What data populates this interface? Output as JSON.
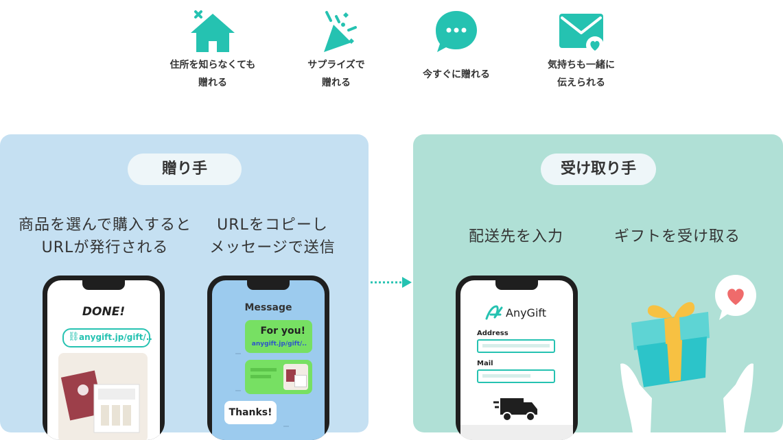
{
  "features": [
    {
      "icon": "home-icon",
      "label": "住所を知らなくても\n贈れる"
    },
    {
      "icon": "party-popper-icon",
      "label": "サプライズで\n贈れる"
    },
    {
      "icon": "chat-bubble-icon",
      "label": "今すぐに贈れる"
    },
    {
      "icon": "mail-heart-icon",
      "label": "気持ちも一緒に\n伝えられる"
    }
  ],
  "sender": {
    "title": "贈り手",
    "step1": "商品を選んで購入すると\nURLが発行される",
    "step2": "URLをコピーし\nメッセージで送信",
    "phone1": {
      "done": "DONE!",
      "url": "anygift.jp/gift/.."
    },
    "phone2": {
      "header": "Message",
      "for_you": "For you!",
      "link": "anygift.jp/gift/..",
      "thanks": "Thanks!"
    }
  },
  "receiver": {
    "title": "受け取り手",
    "step1": "配送先を入力",
    "step2": "ギフトを受け取る",
    "phone": {
      "brand": "AnyGift",
      "address_label": "Address",
      "mail_label": "Mail"
    }
  },
  "colors": {
    "teal": "#25c2b1",
    "sender_bg": "#c5e0f2",
    "receiver_bg": "#b0e0d6",
    "green_bubble": "#77e063",
    "gift_box": "#2cc4c9",
    "ribbon": "#f7c142",
    "heart": "#ef6b6b"
  }
}
